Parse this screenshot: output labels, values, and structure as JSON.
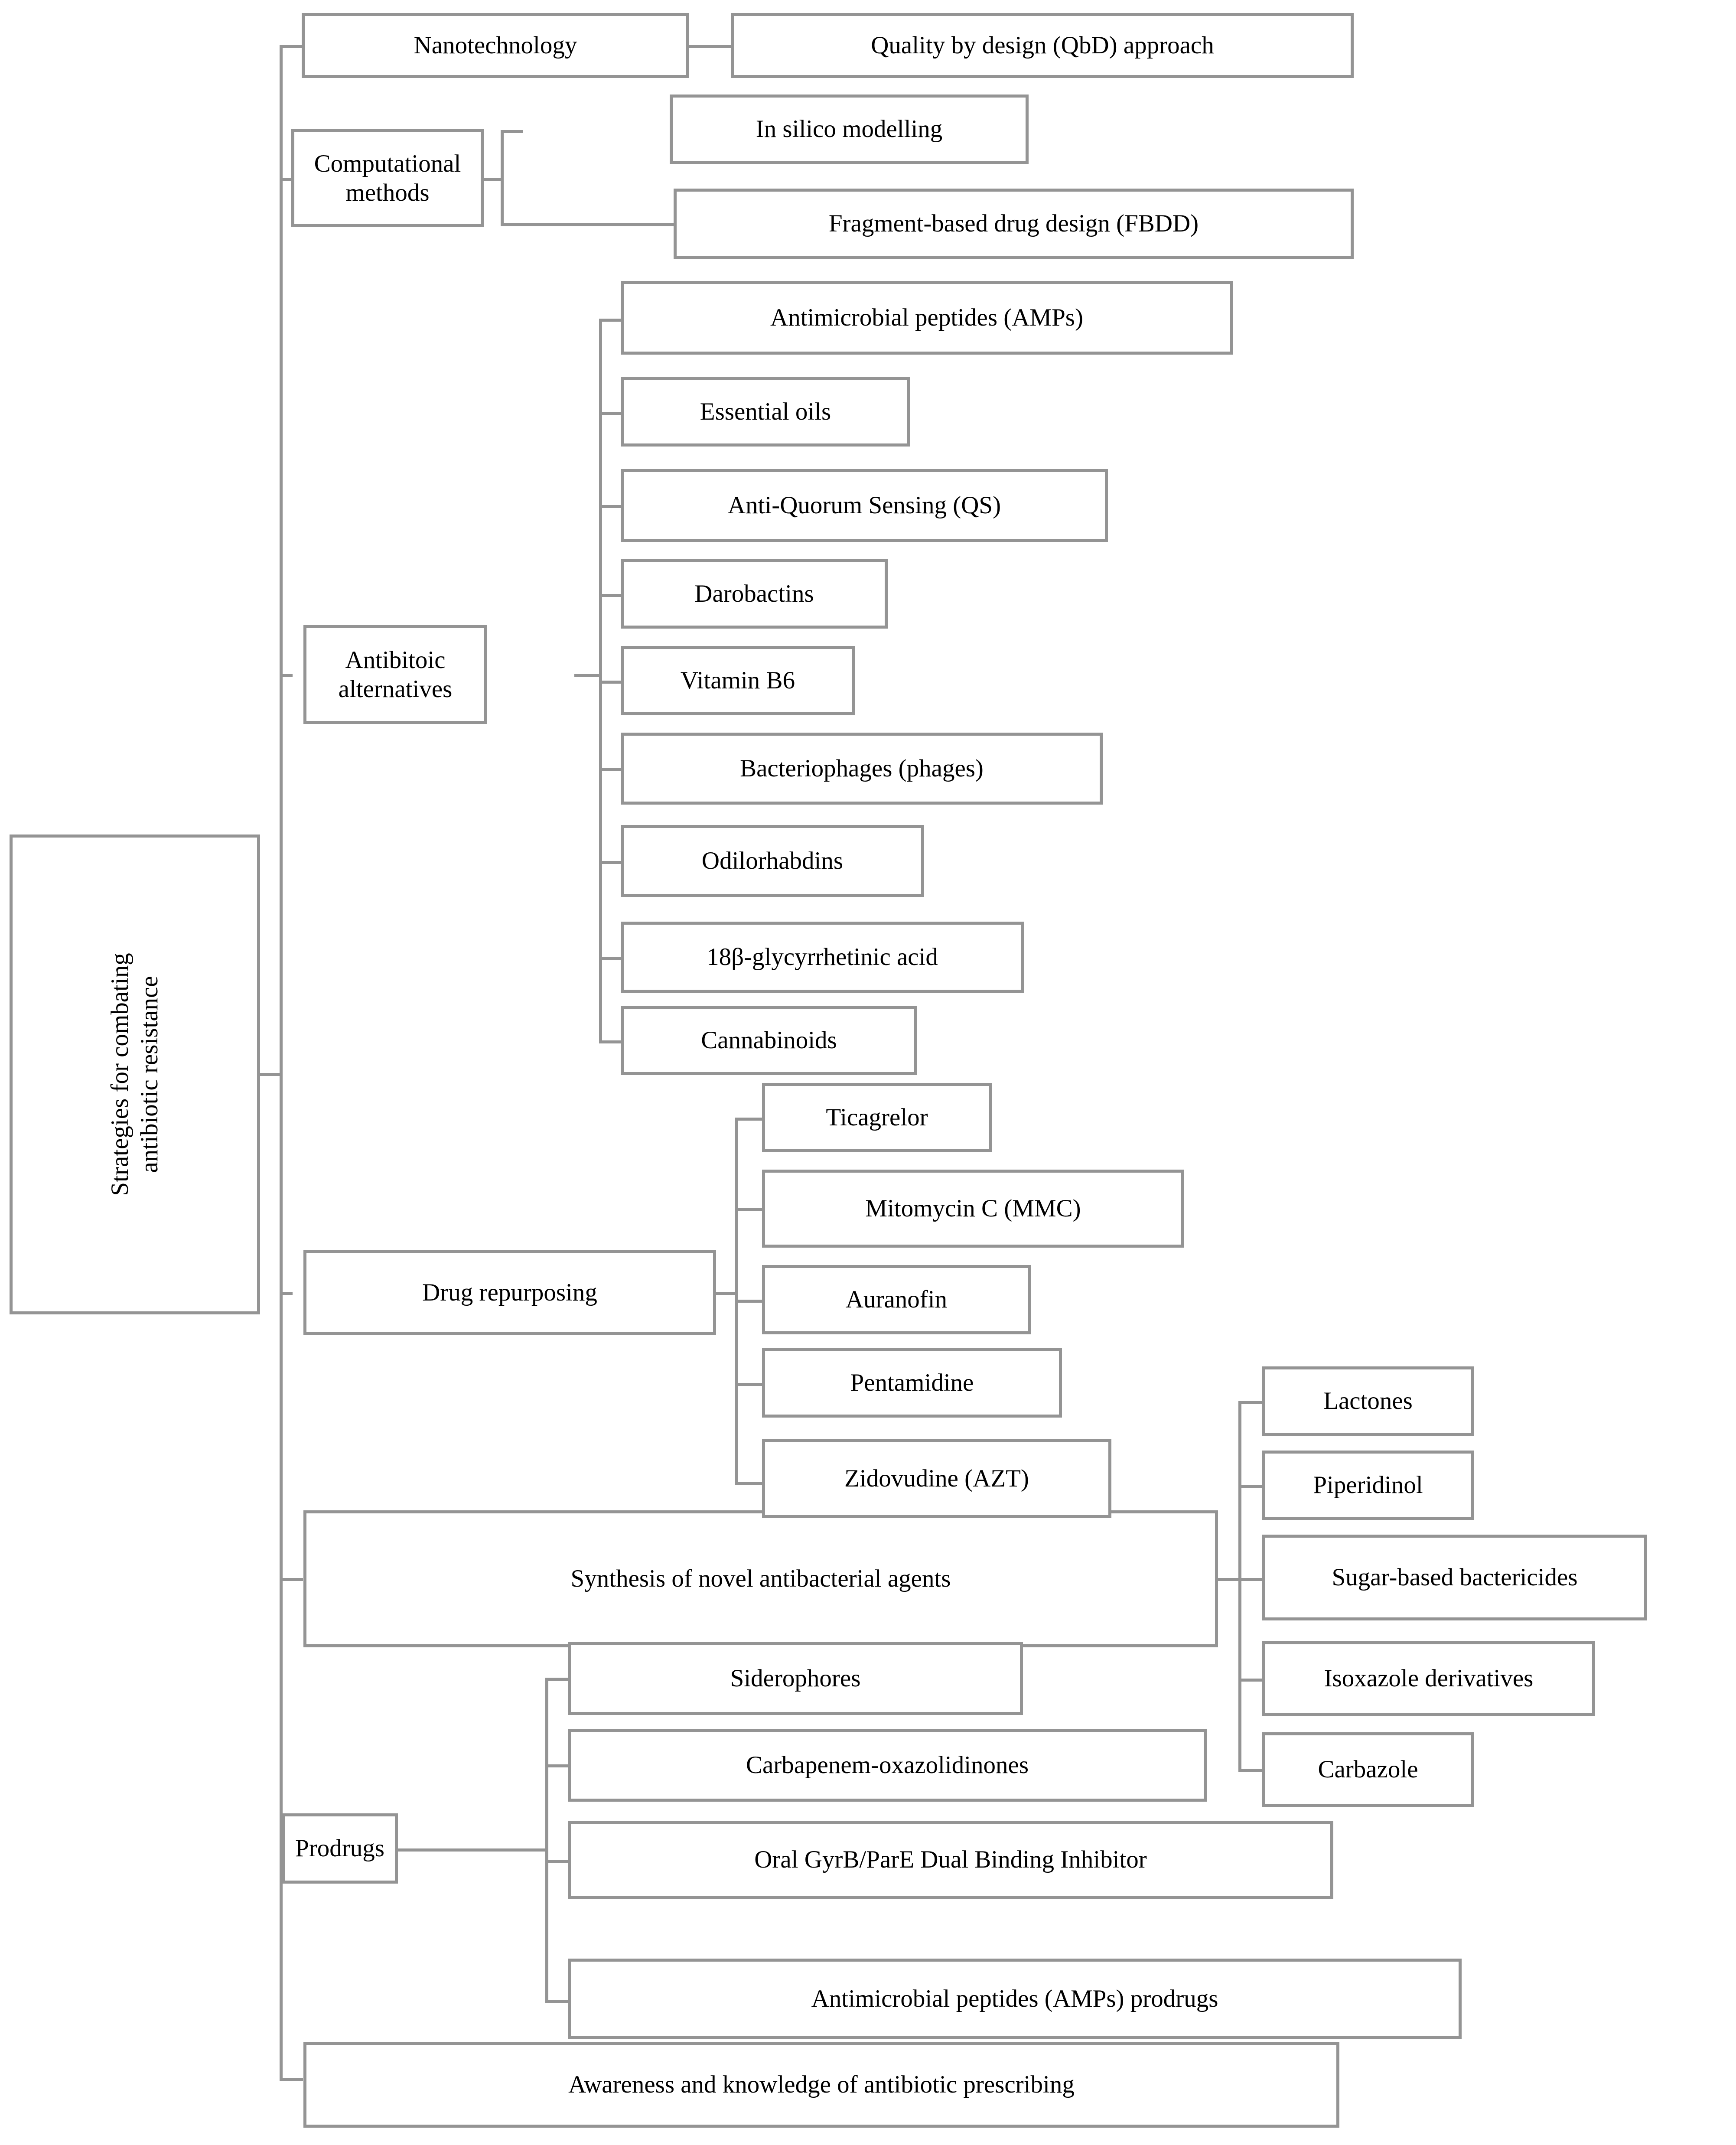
{
  "diagram": {
    "type": "hierarchy-tree",
    "orientation": "left-to-right",
    "box_border_color": "#949494",
    "text_color": "#000000",
    "background_color": "#ffffff",
    "root": {
      "label": "Strategies for combating\nantibiotic resistance",
      "text_orientation": "vertical-rotated-90-ccw"
    },
    "branches": [
      {
        "label": "Nanotechnology",
        "children": [
          {
            "label": "Quality by design (QbD) approach"
          }
        ]
      },
      {
        "label": "Computational\nmethods",
        "children": [
          {
            "label": "In silico modelling"
          },
          {
            "label": "Fragment-based drug design (FBDD)"
          }
        ]
      },
      {
        "label": "Antibitoic\nalternatives",
        "children": [
          {
            "label": "Antimicrobial peptides (AMPs)"
          },
          {
            "label": "Essential oils"
          },
          {
            "label": "Anti-Quorum Sensing (QS)"
          },
          {
            "label": "Darobactins"
          },
          {
            "label": "Vitamin B6"
          },
          {
            "label": "Bacteriophages (phages)"
          },
          {
            "label": "Odilorhabdins"
          },
          {
            "label": "18β-glycyrrhetinic acid"
          },
          {
            "label": "Cannabinoids"
          }
        ]
      },
      {
        "label": "Drug repurposing",
        "children": [
          {
            "label": "Ticagrelor"
          },
          {
            "label": "Mitomycin C (MMC)"
          },
          {
            "label": "Auranofin"
          },
          {
            "label": "Pentamidine"
          },
          {
            "label": "Zidovudine (AZT)"
          }
        ]
      },
      {
        "label": "Synthesis of novel antibacterial agents",
        "children": [
          {
            "label": "Lactones"
          },
          {
            "label": "Piperidinol"
          },
          {
            "label": "Sugar-based bactericides"
          },
          {
            "label": "Isoxazole derivatives"
          },
          {
            "label": "Carbazole"
          }
        ]
      },
      {
        "label": "Prodrugs",
        "children": [
          {
            "label": "Siderophores"
          },
          {
            "label": "Carbapenem-oxazolidinones"
          },
          {
            "label": "Oral GyrB/ParE Dual Binding Inhibitor"
          },
          {
            "label": "Antimicrobial peptides (AMPs) prodrugs"
          }
        ]
      },
      {
        "label": "Awareness and knowledge of antibiotic prescribing",
        "children": []
      }
    ]
  }
}
